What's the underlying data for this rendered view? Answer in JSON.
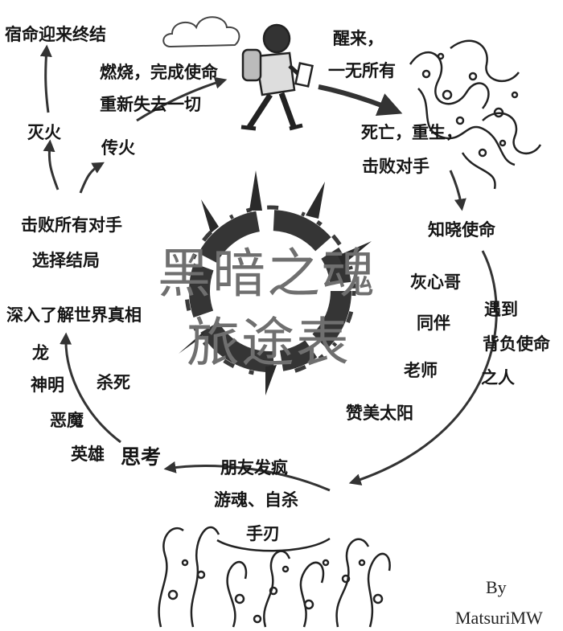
{
  "title": {
    "line1": "黑暗之魂",
    "line2": "旅途表"
  },
  "stages": {
    "destiny": "宿命迎来终结",
    "burn_line1": "燃烧，完成使命",
    "burn_line2": "重新失去一切",
    "extinguish": "灭火",
    "link_fire": "传火",
    "wake_line1": "醒来，",
    "wake_line2": "一无所有",
    "death_line1": "死亡，重生，",
    "death_line2": "击败对手",
    "know_mission": "知晓使命",
    "defeat_all": "击败所有对手",
    "choose_ending": "选择结局",
    "truth": "深入了解世界真相",
    "dragon": "龙",
    "gods": "神明",
    "demons": "恶魔",
    "heroes": "英雄",
    "kill": "杀死",
    "think": "思考",
    "gray_bro": "灰心哥",
    "companion": "同伴",
    "teacher": "老师",
    "praise_sun": "赞美太阳",
    "meet": "遇到",
    "bearer": "背负使命",
    "person": "之人",
    "friends_mad": "朋友发疯",
    "hollow_line": "游魂、自杀",
    "blade": "手刃"
  },
  "credit": {
    "by": "By",
    "author": "MatsuriMW"
  },
  "colors": {
    "ink": "#151515",
    "title_gray": "#6f6f6f",
    "background": "#ffffff"
  }
}
